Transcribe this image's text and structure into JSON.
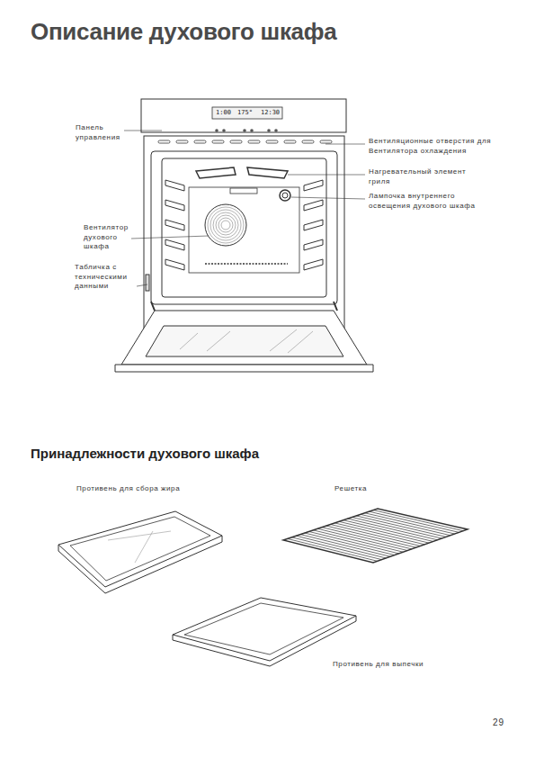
{
  "diagram": {
    "title": "Описание духового шкафа",
    "labels": [
      "Панель управления",
      "1:00",
      "175°",
      "12:30",
      "Вентиляционные отверстия для Вентилятора охлаждения",
      "Нагревательный элемент гриля",
      "Лампочка внутреннего освещения духового шкафа",
      "Вентилятор духового шкафа",
      "Табличка с техническими данными",
      "Принадлежности духового шкафа",
      "Противень для сбора жира",
      "Решетка",
      "Противень для выпечки",
      "29"
    ]
  }
}
